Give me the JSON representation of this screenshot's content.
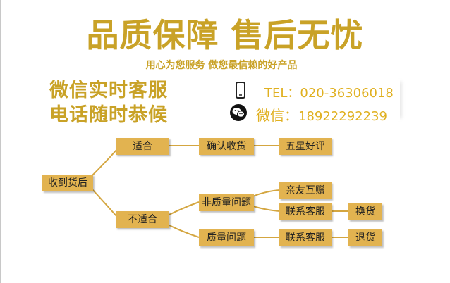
{
  "header": {
    "headline": "品质保障 售后无忧",
    "subline": "用心为您服务  做您最信赖的好产品"
  },
  "slogan": {
    "line1": "微信实时客服",
    "line2": "电话随时恭候"
  },
  "contact": {
    "tel_label": "TEL：",
    "tel_value": "020-36306018",
    "wechat_label": "微信：",
    "wechat_value": "18922292239"
  },
  "flow": {
    "receive": "收到货后",
    "suitable": "适合",
    "unsuitable": "不适合",
    "confirm": "确认收货",
    "five_star": "五星好评",
    "non_quality": "非质量问题",
    "quality": "质量问题",
    "gift": "亲友互赠",
    "contact_service_1": "联系客服",
    "contact_service_2": "联系客服",
    "exchange": "换货",
    "return": "退货"
  },
  "colors": {
    "accent": "#c9a227",
    "box": "#e2b350",
    "line": "#d4a640"
  },
  "icons": [
    "phone-icon",
    "wechat-icon"
  ]
}
